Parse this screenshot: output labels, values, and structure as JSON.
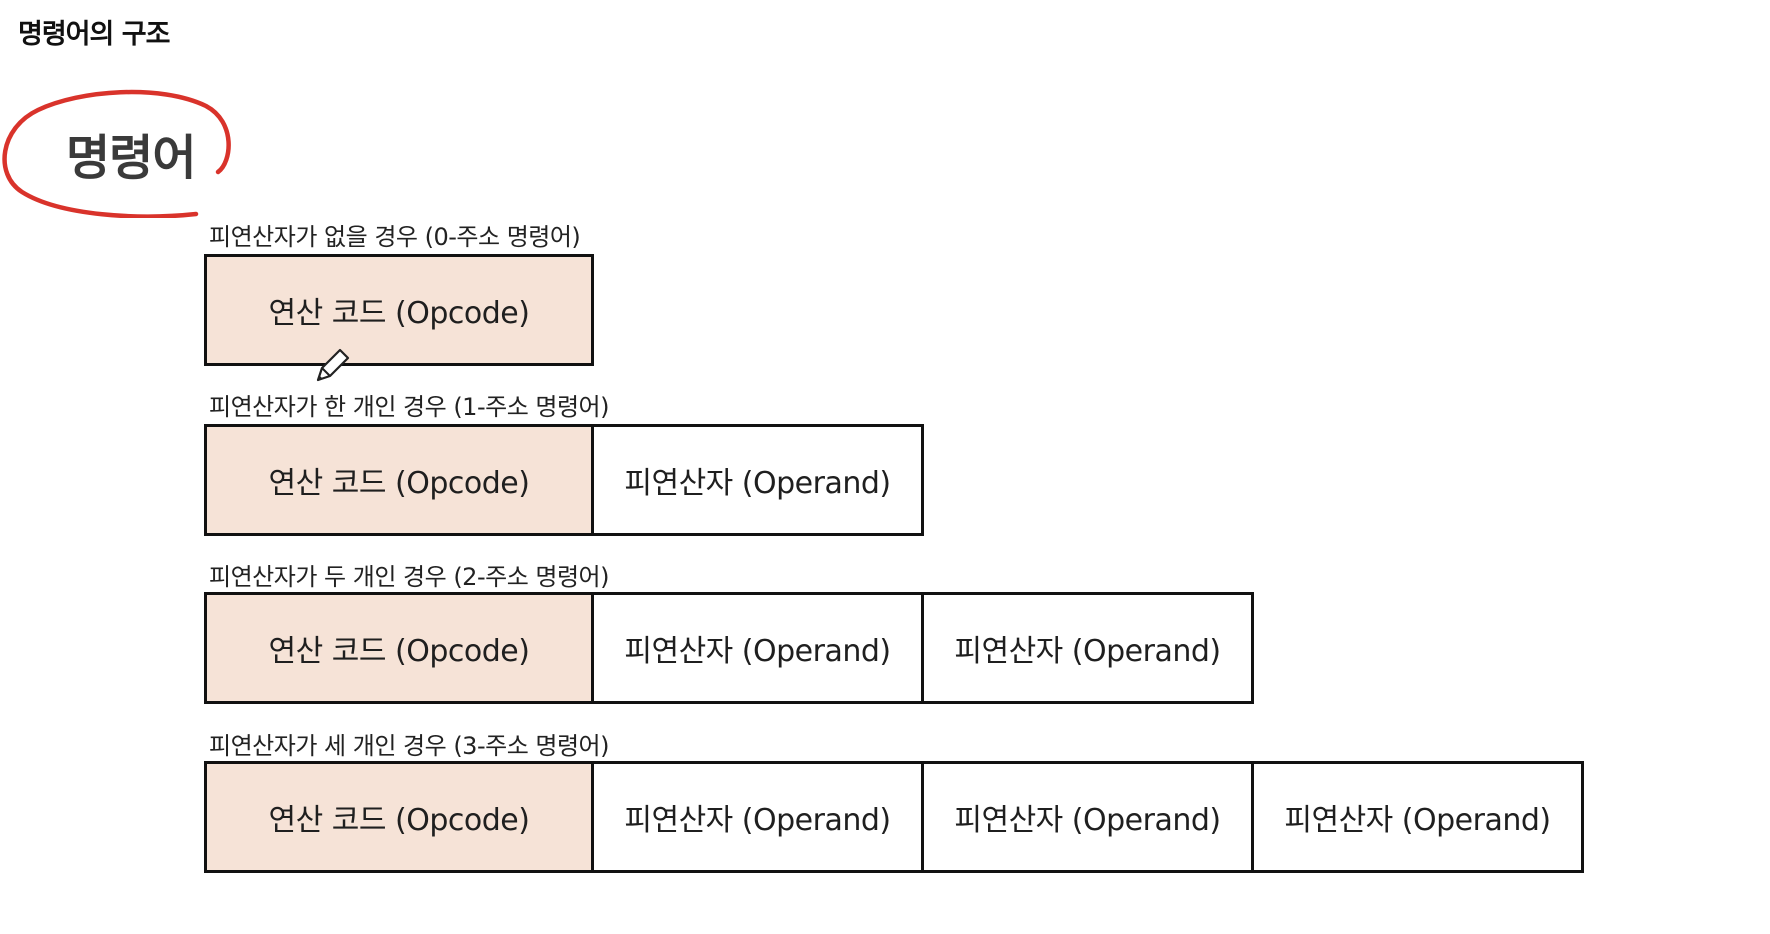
{
  "page": {
    "title": "명령어의 구조"
  },
  "heading": {
    "text": "명령어",
    "circle_color": "#d9332b"
  },
  "colors": {
    "opcode_fill": "#f6e3d7",
    "operand_fill": "#ffffff",
    "border": "#111111"
  },
  "cases": [
    {
      "label": "피연산자가 없을 경우 (0-주소 명령어)",
      "opcode": "연산 코드 (Opcode)",
      "operands": []
    },
    {
      "label": "피연산자가 한 개인 경우 (1-주소 명령어)",
      "opcode": "연산 코드 (Opcode)",
      "operands": [
        "피연산자 (Operand)"
      ]
    },
    {
      "label": "피연산자가 두 개인 경우 (2-주소 명령어)",
      "opcode": "연산 코드 (Opcode)",
      "operands": [
        "피연산자 (Operand)",
        "피연산자 (Operand)"
      ]
    },
    {
      "label": "피연산자가 세 개인 경우 (3-주소 명령어)",
      "opcode": "연산 코드 (Opcode)",
      "operands": [
        "피연산자 (Operand)",
        "피연산자 (Operand)",
        "피연산자 (Operand)"
      ]
    }
  ],
  "cursor": {
    "icon": "pencil-icon"
  }
}
